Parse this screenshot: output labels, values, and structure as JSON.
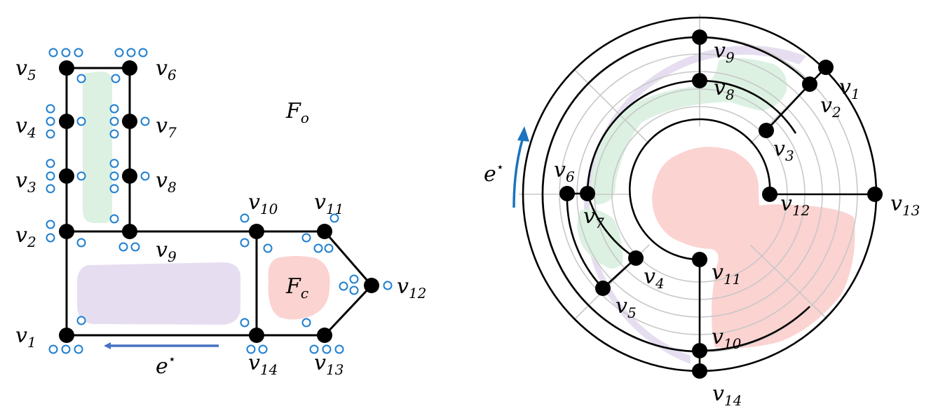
{
  "colors": {
    "edge": "#000000",
    "vertex": "#000000",
    "port_ring": "#1f7fd0",
    "arrow_left": "#4472c4",
    "arrow_right": "#1a73c0",
    "face_outer_green": "#dcf1e2",
    "face_purple": "#e6def0",
    "face_closed_red": "#fbd3d1",
    "grid": "#c8c8c8"
  },
  "left": {
    "face_outer_label": "F",
    "face_outer_sub": "o",
    "face_closed_label": "F",
    "face_closed_sub": "c",
    "edge_label": "e",
    "edge_sup": "⋆",
    "vertices": [
      {
        "id": "v1",
        "base": "v",
        "sub": "1"
      },
      {
        "id": "v2",
        "base": "v",
        "sub": "2"
      },
      {
        "id": "v3",
        "base": "v",
        "sub": "3"
      },
      {
        "id": "v4",
        "base": "v",
        "sub": "4"
      },
      {
        "id": "v5",
        "base": "v",
        "sub": "5"
      },
      {
        "id": "v6",
        "base": "v",
        "sub": "6"
      },
      {
        "id": "v7",
        "base": "v",
        "sub": "7"
      },
      {
        "id": "v8",
        "base": "v",
        "sub": "8"
      },
      {
        "id": "v9",
        "base": "v",
        "sub": "9"
      },
      {
        "id": "v10",
        "base": "v",
        "sub": "10"
      },
      {
        "id": "v11",
        "base": "v",
        "sub": "11"
      },
      {
        "id": "v12",
        "base": "v",
        "sub": "12"
      },
      {
        "id": "v13",
        "base": "v",
        "sub": "13"
      },
      {
        "id": "v14",
        "base": "v",
        "sub": "14"
      }
    ]
  },
  "right": {
    "edge_label": "e",
    "edge_sup": "⋆",
    "vertices": [
      {
        "id": "v1",
        "base": "v",
        "sub": "1"
      },
      {
        "id": "v2",
        "base": "v",
        "sub": "2"
      },
      {
        "id": "v3",
        "base": "v",
        "sub": "3"
      },
      {
        "id": "v4",
        "base": "v",
        "sub": "4"
      },
      {
        "id": "v5",
        "base": "v",
        "sub": "5"
      },
      {
        "id": "v6",
        "base": "v",
        "sub": "6"
      },
      {
        "id": "v7",
        "base": "v",
        "sub": "7"
      },
      {
        "id": "v8",
        "base": "v",
        "sub": "8"
      },
      {
        "id": "v9",
        "base": "v",
        "sub": "9"
      },
      {
        "id": "v10",
        "base": "v",
        "sub": "10"
      },
      {
        "id": "v11",
        "base": "v",
        "sub": "11"
      },
      {
        "id": "v12",
        "base": "v",
        "sub": "12"
      },
      {
        "id": "v13",
        "base": "v",
        "sub": "13"
      },
      {
        "id": "v14",
        "base": "v",
        "sub": "14"
      }
    ]
  }
}
